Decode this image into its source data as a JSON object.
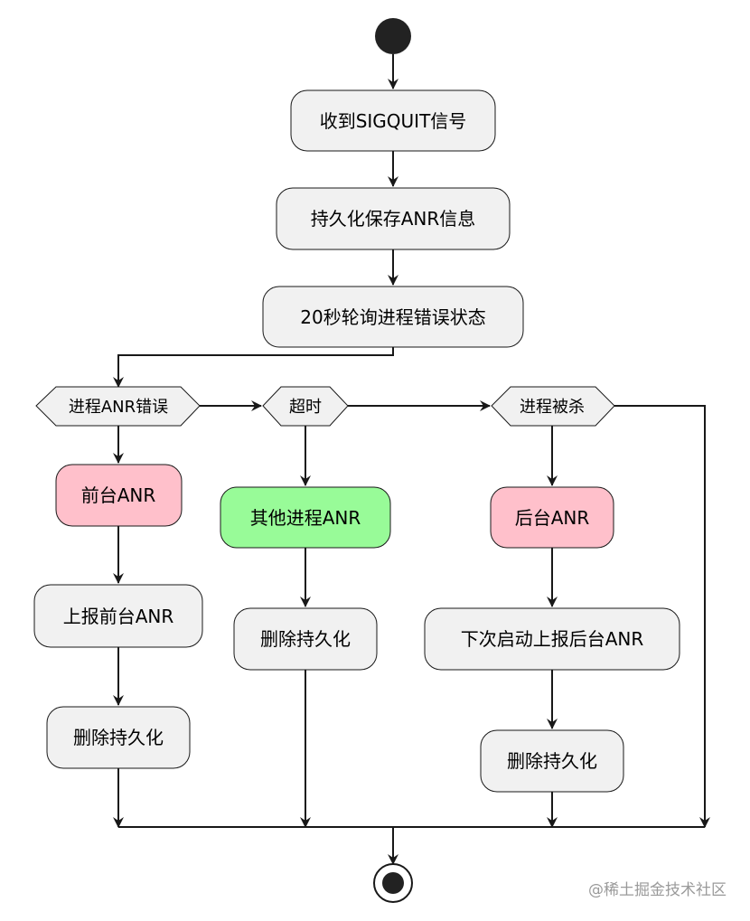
{
  "diagram": {
    "nodes": {
      "receive_sigquit": "收到SIGQUIT信号",
      "persist_anr": "持久化保存ANR信息",
      "poll_state": "20秒轮询进程错误状态",
      "fg_anr": "前台ANR",
      "report_fg": "上报前台ANR",
      "delete_1": "删除持久化",
      "other_anr": "其他进程ANR",
      "delete_2": "删除持久化",
      "bg_anr": "后台ANR",
      "report_bg_next": "下次启动上报后台ANR",
      "delete_3": "删除持久化"
    },
    "conditions": {
      "process_error": "进程ANR错误",
      "timeout": "超时",
      "process_killed": "进程被杀"
    },
    "colors": {
      "default_fill": "#f1f1f1",
      "pink_fill": "#ffc0cb",
      "green_fill": "#98fb98",
      "stroke": "#181818"
    }
  },
  "watermark": "@稀土掘金技术社区"
}
